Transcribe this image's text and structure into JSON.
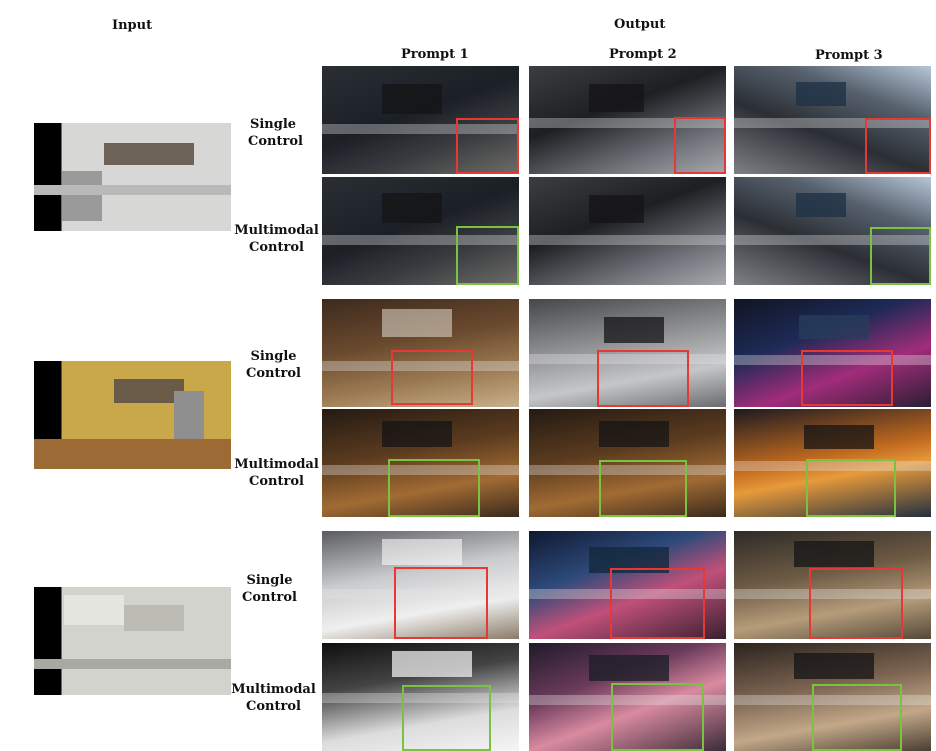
{
  "headers": {
    "input": "Input",
    "output": "Output",
    "prompt1": "Prompt 1",
    "prompt2": "Prompt 2",
    "prompt3": "Prompt 3"
  },
  "row_labels": {
    "single": [
      "Single",
      "Control"
    ],
    "multimodal": [
      "Multimodal",
      "Control"
    ]
  },
  "colors": {
    "single_control_box": "#e53935",
    "multimodal_control_box": "#7cc242"
  }
}
